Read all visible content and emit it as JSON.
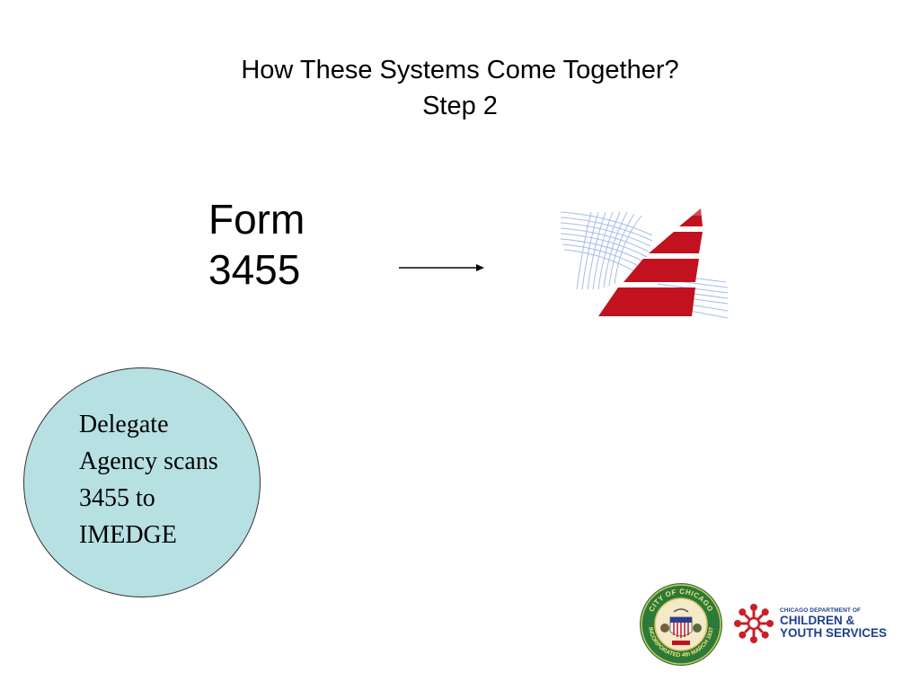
{
  "slide": {
    "title_line1": "How These Systems Come Together?",
    "title_line2": "Step 2"
  },
  "form": {
    "line1": "Form",
    "line2": "3455"
  },
  "agency_note": {
    "lines": [
      "Delegate",
      "Agency scans",
      "3455 to",
      "IMEDGE"
    ]
  },
  "logos": {
    "dcys_small": "CHICAGO DEPARTMENT OF",
    "dcys_line1": "CHILDREN &",
    "dcys_line2": "YOUTH SERVICES",
    "city_seal_top_text": "CITY OF CHICAGO",
    "city_seal_bottom_text": "INCORPORATED 4th MARCH 1837"
  },
  "colors": {
    "circle_fill": "#b7e0e3",
    "imedge_red": "#c2111f",
    "imedge_lines": "#9ab6e6",
    "dcys_red": "#c8202a",
    "dcys_blue": "#1f3f8f",
    "seal_green": "#2a7a3a"
  },
  "icons": {
    "arrow": "right-arrow-icon",
    "imedge": "imedge-logo",
    "seal": "city-of-chicago-seal",
    "dcys": "dcys-logo"
  }
}
